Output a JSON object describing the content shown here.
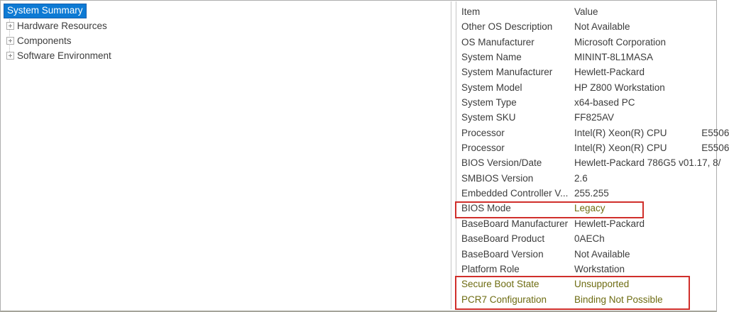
{
  "sidebar": {
    "selected_item": "System Summary",
    "items": [
      {
        "label": "Hardware Resources"
      },
      {
        "label": "Components"
      },
      {
        "label": "Software Environment"
      }
    ]
  },
  "table": {
    "header": {
      "item": "Item",
      "value": "Value"
    },
    "rows": [
      {
        "item": "Other OS Description",
        "value": "Not Available"
      },
      {
        "item": "OS Manufacturer",
        "value": "Microsoft Corporation"
      },
      {
        "item": "System Name",
        "value": "MININT-8L1MASA"
      },
      {
        "item": "System Manufacturer",
        "value": "Hewlett-Packard"
      },
      {
        "item": "System Model",
        "value": "HP Z800 Workstation"
      },
      {
        "item": "System Type",
        "value": "x64-based PC"
      },
      {
        "item": "System SKU",
        "value": "FF825AV"
      },
      {
        "item": "Processor",
        "value": "Intel(R) Xeon(R) CPU             E5506"
      },
      {
        "item": "Processor",
        "value": "Intel(R) Xeon(R) CPU             E5506"
      },
      {
        "item": "BIOS Version/Date",
        "value": "Hewlett-Packard 786G5 v01.17, 8/"
      },
      {
        "item": "SMBIOS Version",
        "value": "2.6"
      },
      {
        "item": "Embedded Controller V...",
        "value": "255.255"
      },
      {
        "item": "BIOS Mode",
        "value": "Legacy"
      },
      {
        "item": "BaseBoard Manufacturer",
        "value": "Hewlett-Packard"
      },
      {
        "item": "BaseBoard Product",
        "value": "0AECh"
      },
      {
        "item": "BaseBoard Version",
        "value": "Not Available"
      },
      {
        "item": "Platform Role",
        "value": "Workstation"
      },
      {
        "item": "Secure Boot State",
        "value": "Unsupported"
      },
      {
        "item": "PCR7 Configuration",
        "value": "Binding Not Possible"
      }
    ]
  },
  "colors": {
    "selection_blue": "#0d7ad4",
    "annotation_red": "#d02f2b",
    "highlight_olive": "#6e6c12"
  }
}
